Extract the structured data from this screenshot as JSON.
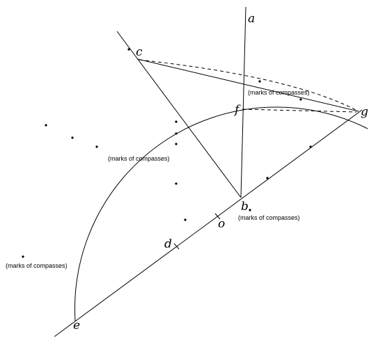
{
  "diagram": {
    "points": {
      "a": "a",
      "b": "b",
      "c": "c",
      "d": "d",
      "e": "e",
      "f": "f",
      "g": "g",
      "o": "o"
    },
    "notes": {
      "compass_1": "(marks of compasses)",
      "compass_2": "(marks of compasses)",
      "compass_3": "(marks of compasses)",
      "compass_4": "(marks of compasses)"
    }
  }
}
